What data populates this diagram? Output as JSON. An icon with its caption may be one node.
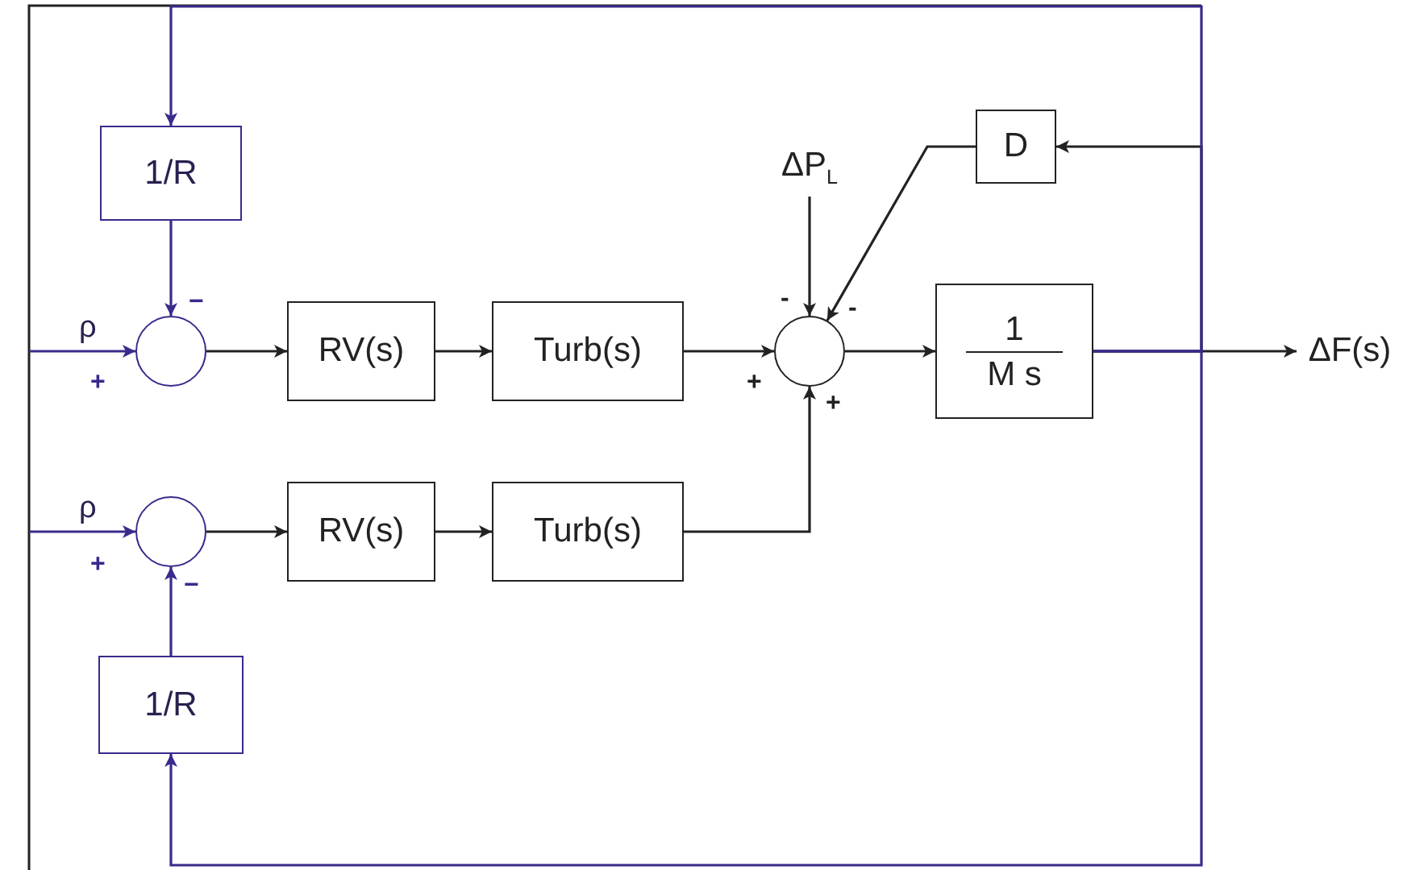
{
  "diagram": {
    "nodes": [
      {
        "text": [
          "1/R"
        ]
      },
      {
        "text": [],
        "shape": "circle"
      },
      {
        "text": [
          "RV(s)"
        ]
      },
      {
        "text": [
          "Turb(s)"
        ]
      },
      {
        "text": [],
        "shape": "circle"
      },
      {
        "text": [
          "D"
        ]
      },
      {
        "text": [
          "1",
          "M s"
        ]
      },
      {
        "text": [
          "ΔF(s)"
        ]
      },
      {
        "text": [
          "ΔP$_{L}$"
        ]
      },
      {
        "text": [],
        "shape": "circle"
      },
      {
        "text": [
          "RV(s)"
        ]
      },
      {
        "text": [
          "Turb(s)"
        ]
      },
      {
        "text": [
          "1/R"
        ]
      }
    ],
    "edges": [
      {
        "from": null,
        "to": 1,
        "arrow": "to",
        "label": "ρ",
        "color": "#3a2a8c"
      },
      {
        "from": 0,
        "to": 1,
        "arrow": "to",
        "color": "#3a2a8c"
      },
      {
        "from": 1,
        "to": 2,
        "arrow": "to"
      },
      {
        "from": 2,
        "to": 3,
        "arrow": "to"
      },
      {
        "from": 3,
        "to": 4,
        "arrow": "to"
      },
      {
        "from": 8,
        "to": 4,
        "arrow": "to"
      },
      {
        "from": 5,
        "to": 4,
        "arrow": "to"
      },
      {
        "from": 4,
        "to": 6,
        "arrow": "to"
      },
      {
        "from": 6,
        "to": 7,
        "arrow": "to"
      },
      {
        "from": 6,
        "to": 5,
        "arrow": "to"
      },
      {
        "from": null,
        "to": 9,
        "arrow": "to",
        "label": "ρ",
        "color": "#3a2a8c"
      },
      {
        "from": 12,
        "to": 9,
        "arrow": "to",
        "color": "#3a2a8c"
      },
      {
        "from": 9,
        "to": 10,
        "arrow": "to"
      },
      {
        "from": 10,
        "to": 11,
        "arrow": "to"
      },
      {
        "from": 11,
        "to": 4,
        "arrow": "to"
      },
      {
        "from": 6,
        "to": 0,
        "arrow": "to",
        "color": "#3a2a8c"
      },
      {
        "from": 6,
        "to": 12,
        "arrow": "to",
        "color": "#3a2a8c"
      }
    ],
    "labels": [
      "−",
      "-",
      "-",
      "+",
      "+",
      "+",
      "+",
      "−"
    ]
  }
}
